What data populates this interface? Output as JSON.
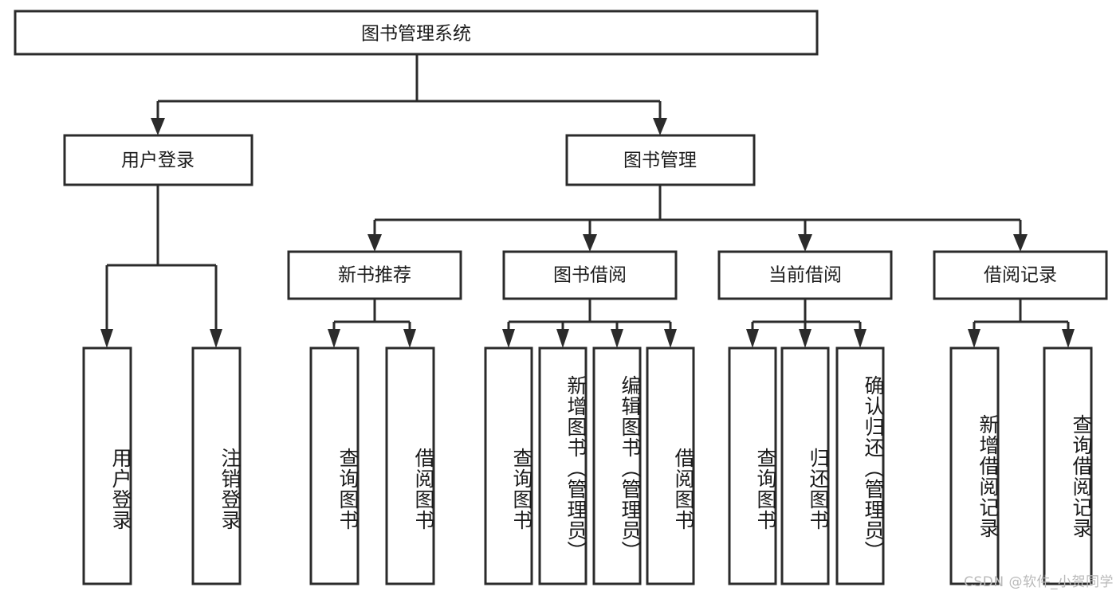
{
  "diagram": {
    "title": "图书管理系统",
    "type": "hierarchy-tree",
    "watermark": "CSDN @软件_小贺同学",
    "colors": {
      "box_stroke": "#2b2b2b",
      "box_fill": "#ffffff",
      "text": "#1b1b1b",
      "background": "#ffffff",
      "watermark": "#b9b9b9"
    },
    "root": {
      "label": "图书管理系统"
    },
    "level2": [
      {
        "label": "用户登录"
      },
      {
        "label": "图书管理"
      }
    ],
    "level3": [
      {
        "label": "新书推荐"
      },
      {
        "label": "图书借阅"
      },
      {
        "label": "当前借阅"
      },
      {
        "label": "借阅记录"
      }
    ],
    "leaves": {
      "user_login": [
        {
          "label": "用户登录"
        },
        {
          "label": "注销登录"
        }
      ],
      "new_book_recommend": [
        {
          "label": "查询图书"
        },
        {
          "label": "借阅图书"
        }
      ],
      "book_borrow": [
        {
          "label": "查询图书"
        },
        {
          "label": "新增图书（管理员）"
        },
        {
          "label": "编辑图书（管理员）"
        },
        {
          "label": "借阅图书"
        }
      ],
      "current_borrow": [
        {
          "label": "查询图书"
        },
        {
          "label": "归还图书"
        },
        {
          "label": "确认归还（管理员）"
        }
      ],
      "borrow_record": [
        {
          "label": "新增借阅记录"
        },
        {
          "label": "查询借阅记录"
        }
      ]
    }
  }
}
